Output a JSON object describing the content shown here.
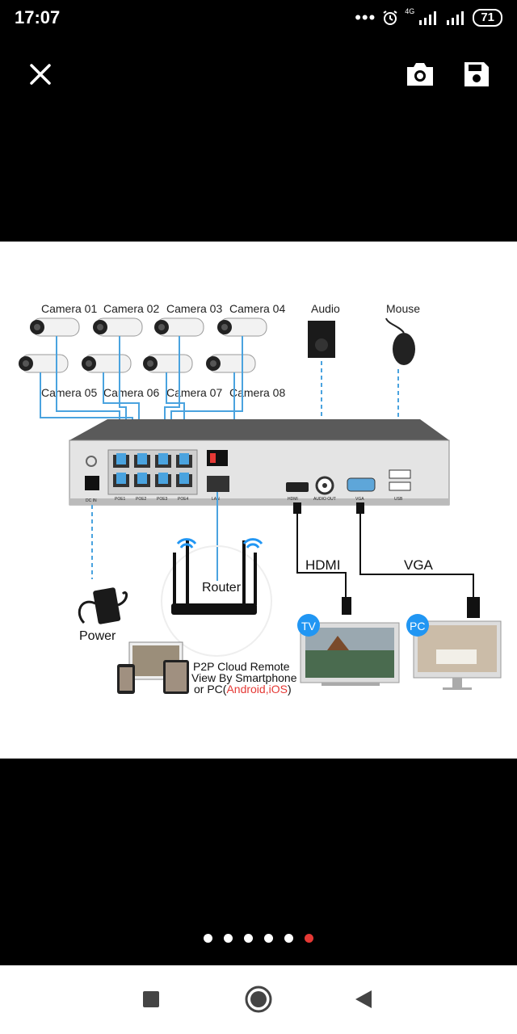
{
  "status_bar": {
    "time": "17:07",
    "more": "•••",
    "network": "4G",
    "battery": "71"
  },
  "toolbar": {
    "close_icon": "close-icon",
    "camera_icon": "camera-icon",
    "save_icon": "save-icon"
  },
  "diagram": {
    "cameras_top": [
      "Camera 01",
      "Camera 02",
      "Camera 03",
      "Camera 04"
    ],
    "cameras_bottom": [
      "Camera 05",
      "Camera 06",
      "Camera 07",
      "Camera 08"
    ],
    "audio": "Audio",
    "mouse": "Mouse",
    "router": "Router",
    "power": "Power",
    "hdmi": "HDMI",
    "vga": "VGA",
    "tv_badge": "TV",
    "pc_badge": "PC",
    "p2p_line1": "P2P Cloud Remote",
    "p2p_line2": "View By Smartphone",
    "p2p_line3_prefix": "or PC(",
    "p2p_line3_highlight": "Android,iOS",
    "p2p_line3_suffix": ")",
    "port_labels": [
      "DC IN",
      "POE1",
      "POE2",
      "POE3",
      "POE4",
      "LAN",
      "HDMI",
      "AUDIO OUT",
      "VGA",
      "USB"
    ],
    "colors": {
      "cable_blue": "#4aa3df",
      "accent_red": "#e53935",
      "badge_blue": "#2196f3"
    }
  },
  "pager": {
    "count": 6,
    "active_index": 5
  },
  "nav": {
    "recent_icon": "recent-apps-icon",
    "home_icon": "home-icon",
    "back_icon": "back-icon"
  }
}
